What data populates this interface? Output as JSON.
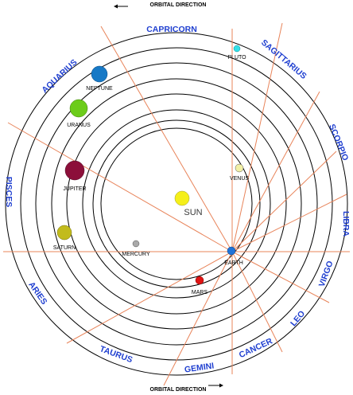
{
  "orbital_direction_label": "ORBITAL DIRECTION",
  "sun": {
    "label": "SUN",
    "color": "#f5ef1a"
  },
  "planets": [
    {
      "name": "MERCURY",
      "color": "#a9a9a9"
    },
    {
      "name": "VENUS",
      "color": "#f2f0a6"
    },
    {
      "name": "EARTH",
      "color": "#1f73d9"
    },
    {
      "name": "MARS",
      "color": "#e01414"
    },
    {
      "name": "JUPITER",
      "color": "#8c0f3a"
    },
    {
      "name": "SATURN",
      "color": "#c2bb1c"
    },
    {
      "name": "URANUS",
      "color": "#6ccc1a"
    },
    {
      "name": "NEPTUNE",
      "color": "#1779c6"
    },
    {
      "name": "PLUTO",
      "color": "#33e0e8"
    }
  ],
  "zodiac": [
    "CAPRICORN",
    "SAGITTARIUS",
    "SCORPIO",
    "LIBRA",
    "VIRGO",
    "LEO",
    "CANCER",
    "GEMINI",
    "TAURUS",
    "ARIES",
    "PISCES",
    "AQUARIUS"
  ],
  "colors": {
    "zodiac_text": "#1f3fd0",
    "zodiac_lines": "#e8845a",
    "orbits": "#000000"
  }
}
